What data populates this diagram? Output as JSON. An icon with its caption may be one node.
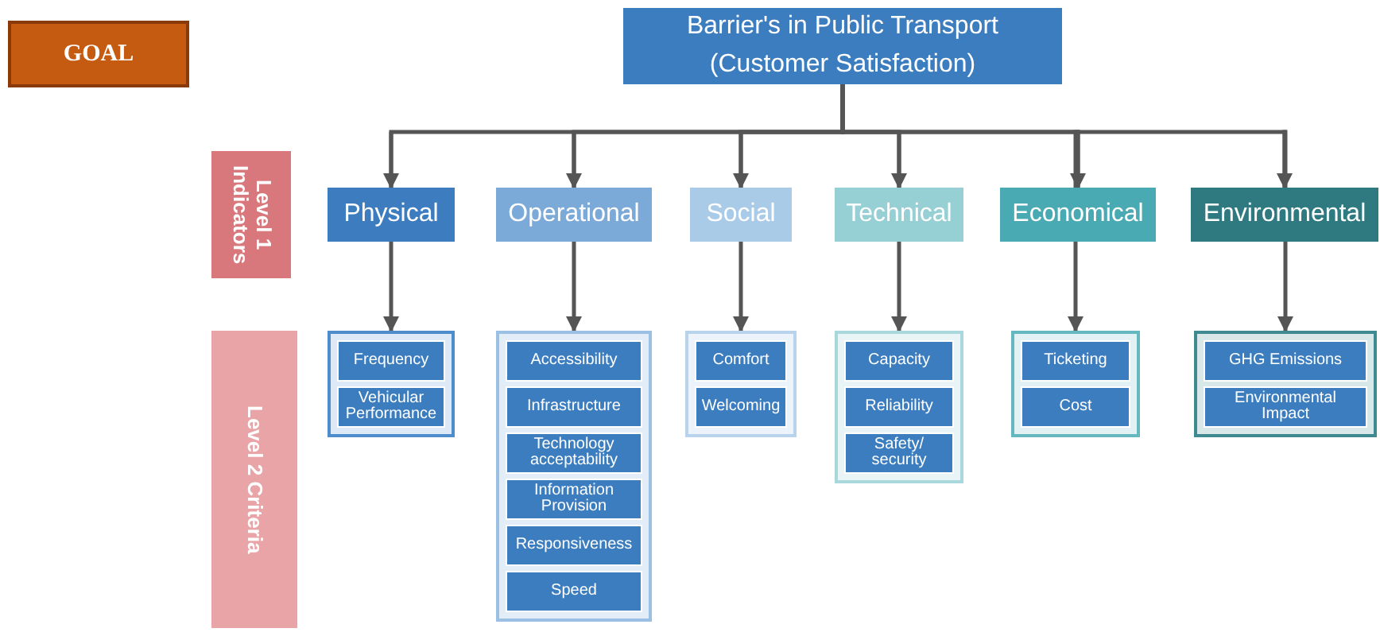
{
  "diagram": {
    "nodes": [
      {
        "text": [
          "GOAL"
        ]
      },
      {
        "text": [
          "Barrier's in Public Transport (Customer Satisfaction)"
        ]
      },
      {
        "text": [
          "Level 1 Indicators"
        ]
      },
      {
        "text": [
          "Physical"
        ]
      },
      {
        "text": [
          "Operational"
        ]
      },
      {
        "text": [
          "Social"
        ]
      },
      {
        "text": [
          "Technical"
        ]
      },
      {
        "text": [
          "Economical"
        ]
      },
      {
        "text": [
          "Environmental"
        ]
      },
      {
        "text": [
          "Level 2 Criteria"
        ]
      },
      {
        "text": [],
        "shape": "box"
      },
      {
        "text": [
          "Frequency"
        ],
        "in": 10
      },
      {
        "text": [
          "Vehicular Performance"
        ],
        "in": 10
      },
      {
        "text": [],
        "shape": "box"
      },
      {
        "text": [
          "Accessibility"
        ],
        "in": 13
      },
      {
        "text": [
          "Infrastructure"
        ],
        "in": 13
      },
      {
        "text": [
          "Technology acceptability"
        ],
        "in": 13
      },
      {
        "text": [
          "Information Provision"
        ],
        "in": 13
      },
      {
        "text": [
          "Responsiveness"
        ],
        "in": 13
      },
      {
        "text": [
          "Speed"
        ],
        "in": 13
      },
      {
        "text": [],
        "shape": "box"
      },
      {
        "text": [
          "Comfort"
        ],
        "in": 20
      },
      {
        "text": [
          "Welcoming"
        ],
        "in": 20
      },
      {
        "text": [],
        "shape": "box"
      },
      {
        "text": [
          "Capacity"
        ],
        "in": 23
      },
      {
        "text": [
          "Reliability"
        ],
        "in": 23
      },
      {
        "text": [
          "Safety/ security"
        ],
        "in": 23
      },
      {
        "text": [],
        "shape": "box"
      },
      {
        "text": [
          "Ticketing"
        ],
        "in": 27
      },
      {
        "text": [
          "Cost"
        ],
        "in": 27
      },
      {
        "text": [],
        "shape": "box"
      },
      {
        "text": [
          "GHG Emissions"
        ],
        "in": 30
      },
      {
        "text": [
          "Environmental Impact"
        ],
        "in": 30
      }
    ],
    "edges": [
      {
        "from": 1,
        "to": 3,
        "arrow": "to"
      },
      {
        "from": 1,
        "to": 4,
        "arrow": "to"
      },
      {
        "from": 1,
        "to": 5,
        "arrow": "to"
      },
      {
        "from": 1,
        "to": 6,
        "arrow": "to"
      },
      {
        "from": 1,
        "to": 7,
        "arrow": "to"
      },
      {
        "from": 1,
        "to": 8,
        "arrow": "to"
      },
      {
        "from": 3,
        "to": 10,
        "arrow": "to"
      },
      {
        "from": 4,
        "to": 13,
        "arrow": "to"
      },
      {
        "from": 5,
        "to": 20,
        "arrow": "to"
      },
      {
        "from": 6,
        "to": 23,
        "arrow": "to"
      },
      {
        "from": 7,
        "to": 27,
        "arrow": "to"
      },
      {
        "from": 8,
        "to": 30,
        "arrow": "to"
      }
    ]
  }
}
